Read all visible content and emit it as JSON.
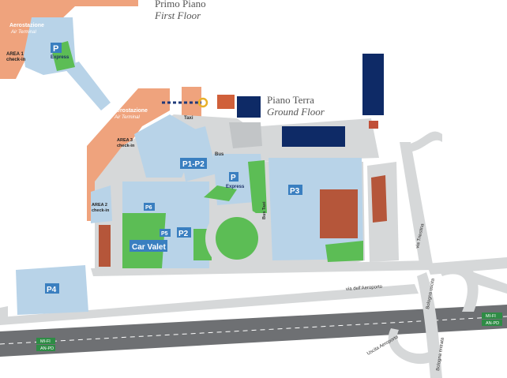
{
  "floors": {
    "first_it": "Primo Piano",
    "first_en": "First Floor",
    "ground_it": "Piano Terra",
    "ground_en": "Ground Floor"
  },
  "terminal": {
    "top_title": "Aerostazione",
    "top_sub": "Air Terminal",
    "main_title": "Aerostazione",
    "main_sub": "Air Terminal"
  },
  "areas": {
    "area1": "AREA 1",
    "area1_sub": "check-in",
    "area2": "AREA 2",
    "area2_sub": "check-in",
    "area3": "AREA 3",
    "area3_sub": "check-in"
  },
  "parking": {
    "p_letter": "P",
    "express": "Express",
    "p1p2": "P1-P2",
    "p2": "P2",
    "p3": "P3",
    "p4": "P4",
    "p5": "P5",
    "p6": "P6",
    "valet": "Car Valet",
    "bus": "Bus",
    "taxi": "Taxi",
    "bus_taxi": "Bus Taxi"
  },
  "roads": {
    "aeroporto": "via dell'Aeroporto",
    "triestina": "via Triestina",
    "uscita": "Uscita Aeroporto",
    "bologna_1": "Bologna uscita",
    "bologna_2": "Bologna entrata",
    "mi_fi_top": "MI-FI",
    "an_pd_top": "AN-PD",
    "mi_fi_bot": "MI-FI",
    "an_pd_bot": "AN-PD"
  },
  "colors": {
    "terminal": "#efa37d",
    "parking": "#b8d3e8",
    "green": "#5cbd55",
    "road": "#d6d8d9",
    "building": "#0e2a66",
    "brown": "#b5563a",
    "highway": "#6e7073",
    "highway_sign": "#2e8c45"
  }
}
